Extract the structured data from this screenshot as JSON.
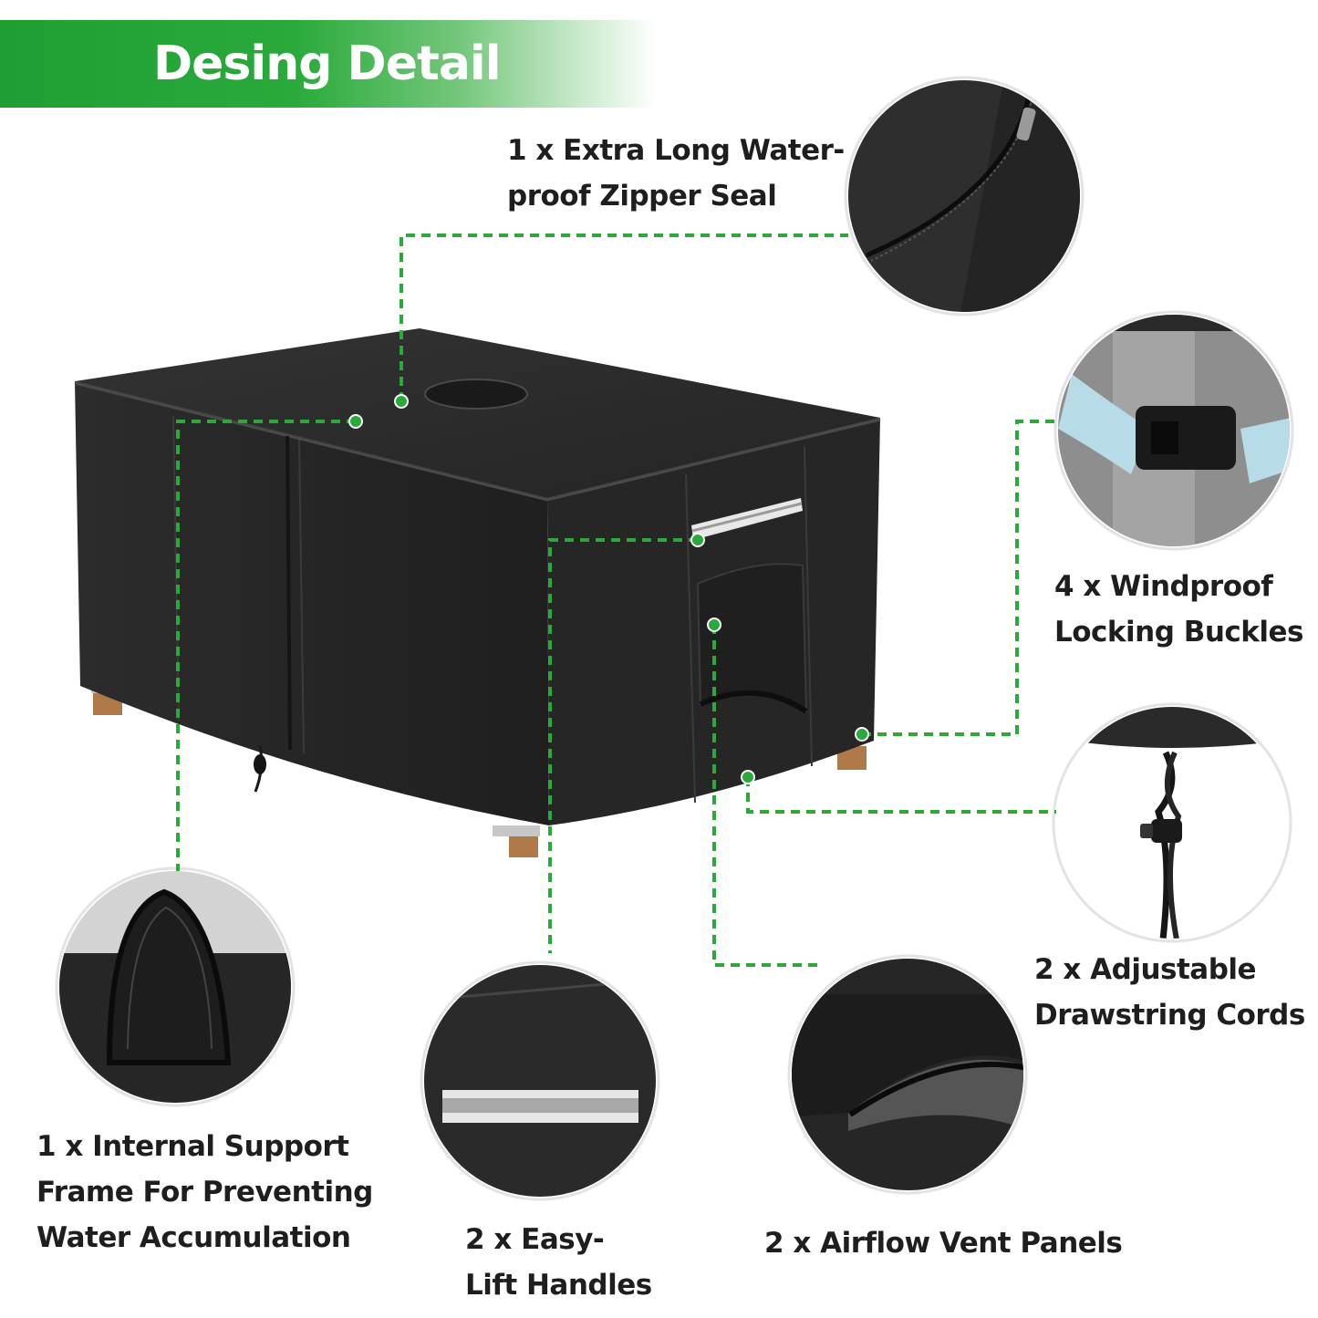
{
  "header": {
    "title": "Desing Detail"
  },
  "features": {
    "zipper": {
      "line1": "1 x Extra Long Water-",
      "line2": "proof Zipper Seal"
    },
    "buckles": {
      "line1": "4 x Windproof",
      "line2": "Locking Buckles"
    },
    "drawstring": {
      "line1": "2 x Adjustable",
      "line2": "Drawstring Cords"
    },
    "support": {
      "line1": "1 x Internal Support",
      "line2": "Frame For Preventing",
      "line3": "Water Accumulation"
    },
    "handles": {
      "line1": "2 x Easy-",
      "line2": "Lift Handles"
    },
    "vents": {
      "line1": "2 x Airflow Vent Panels"
    }
  },
  "colors": {
    "accent_green": "#2aaa3b",
    "cover_black": "#2b2b2b",
    "text_dark": "#1e1e1e"
  }
}
